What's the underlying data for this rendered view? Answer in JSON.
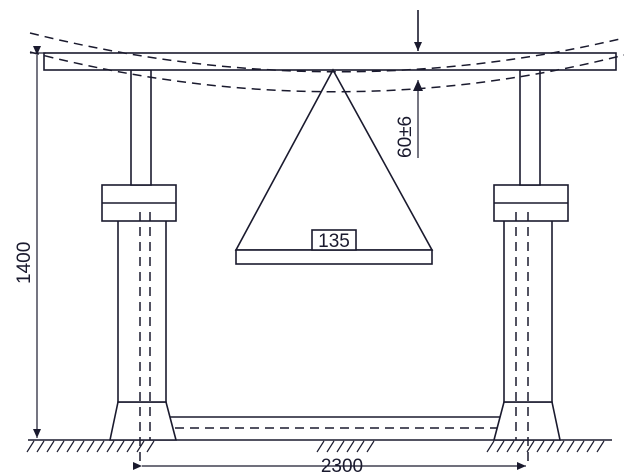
{
  "diagram": {
    "labels": {
      "load_mass": "135",
      "deflection": "60±6",
      "height": "1400",
      "span": "2300"
    },
    "colors": {
      "ink": "#1a1a2e",
      "background": "#ffffff"
    }
  }
}
